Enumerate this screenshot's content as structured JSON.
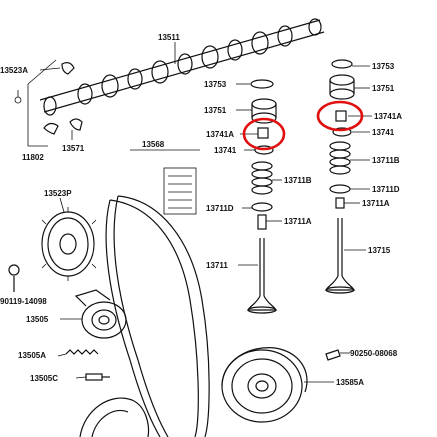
{
  "part_numbers": {
    "camshaft": "13511",
    "left_plug": "13523A",
    "bracket": "11802",
    "bracket_bolt": "13571",
    "cam_pulley": "13523P",
    "belt": "13568",
    "bolt_lower": "90119-14098",
    "idler": "13505",
    "spring": "13505A",
    "spring_pin": "13505C",
    "shim_left": "13753",
    "lifter_left": "13751",
    "keeper_left": "13741A",
    "retainer_left": "13741",
    "valve_spring_left": "13711B",
    "seat_left": "13711D",
    "guide_left": "13711A",
    "valve_left": "13711",
    "shim_right": "13753",
    "lifter_right": "13751",
    "keeper_right": "13741A",
    "retainer_right": "13741",
    "valve_spring_right": "13711B",
    "seat_right": "13711D",
    "guide_right": "13711A",
    "valve_right": "13715",
    "plug_right": "90250-08068",
    "crank_pulley": "13585A"
  },
  "highlight_color": "#e01010"
}
